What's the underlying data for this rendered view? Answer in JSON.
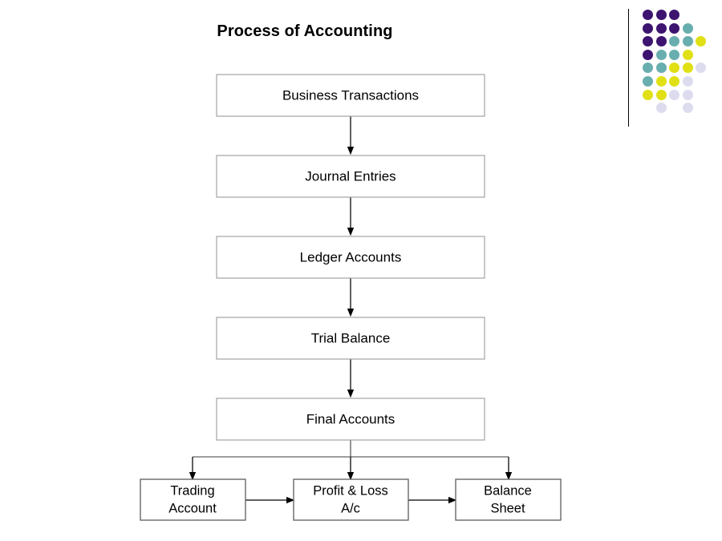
{
  "slide": {
    "title": "Process of Accounting",
    "background": "#ffffff"
  },
  "flowchart": {
    "type": "flowchart",
    "orientation": "top-to-bottom",
    "main_steps": [
      {
        "id": "business-transactions",
        "label": "Business Transactions"
      },
      {
        "id": "journal-entries",
        "label": "Journal Entries"
      },
      {
        "id": "ledger-accounts",
        "label": "Ledger Accounts"
      },
      {
        "id": "trial-balance",
        "label": "Trial Balance"
      },
      {
        "id": "final-accounts",
        "label": "Final Accounts"
      }
    ],
    "final_outputs": [
      {
        "id": "trading-account",
        "line1": "Trading",
        "line2": "Account"
      },
      {
        "id": "profit-and-loss-ac",
        "line1": "Profit & Loss",
        "line2": "A/c"
      },
      {
        "id": "balance-sheet",
        "line1": "Balance",
        "line2": "Sheet"
      }
    ],
    "connections": [
      {
        "from": "business-transactions",
        "to": "journal-entries",
        "style": "arrow-down"
      },
      {
        "from": "journal-entries",
        "to": "ledger-accounts",
        "style": "arrow-down"
      },
      {
        "from": "ledger-accounts",
        "to": "trial-balance",
        "style": "arrow-down"
      },
      {
        "from": "trial-balance",
        "to": "final-accounts",
        "style": "arrow-down"
      },
      {
        "from": "final-accounts",
        "to": "trading-account",
        "style": "branch-arrow-down"
      },
      {
        "from": "final-accounts",
        "to": "profit-and-loss-ac",
        "style": "branch-arrow-down"
      },
      {
        "from": "final-accounts",
        "to": "balance-sheet",
        "style": "branch-arrow-down"
      },
      {
        "from": "trading-account",
        "to": "profit-and-loss-ac",
        "style": "arrow-right"
      },
      {
        "from": "profit-and-loss-ac",
        "to": "balance-sheet",
        "style": "arrow-right"
      }
    ]
  },
  "decoration": {
    "name": "dot-grid-motif",
    "colors": {
      "purple": "#3d1470",
      "teal": "#69aeae",
      "yellow": "#e0e015",
      "lavender": "#dcdcee"
    },
    "rule_color": "#000000",
    "grid": [
      [
        "purple",
        "purple",
        "purple",
        null,
        null
      ],
      [
        "purple",
        "purple",
        "purple",
        "teal",
        null
      ],
      [
        "purple",
        "purple",
        "teal",
        "teal",
        "yellow"
      ],
      [
        "purple",
        "teal",
        "teal",
        "yellow",
        null
      ],
      [
        "teal",
        "teal",
        "yellow",
        "yellow",
        "lavender"
      ],
      [
        "teal",
        "yellow",
        "yellow",
        "lavender",
        null
      ],
      [
        "yellow",
        "yellow",
        "lavender",
        "lavender",
        null
      ],
      [
        null,
        "lavender",
        null,
        "lavender",
        null
      ]
    ]
  }
}
